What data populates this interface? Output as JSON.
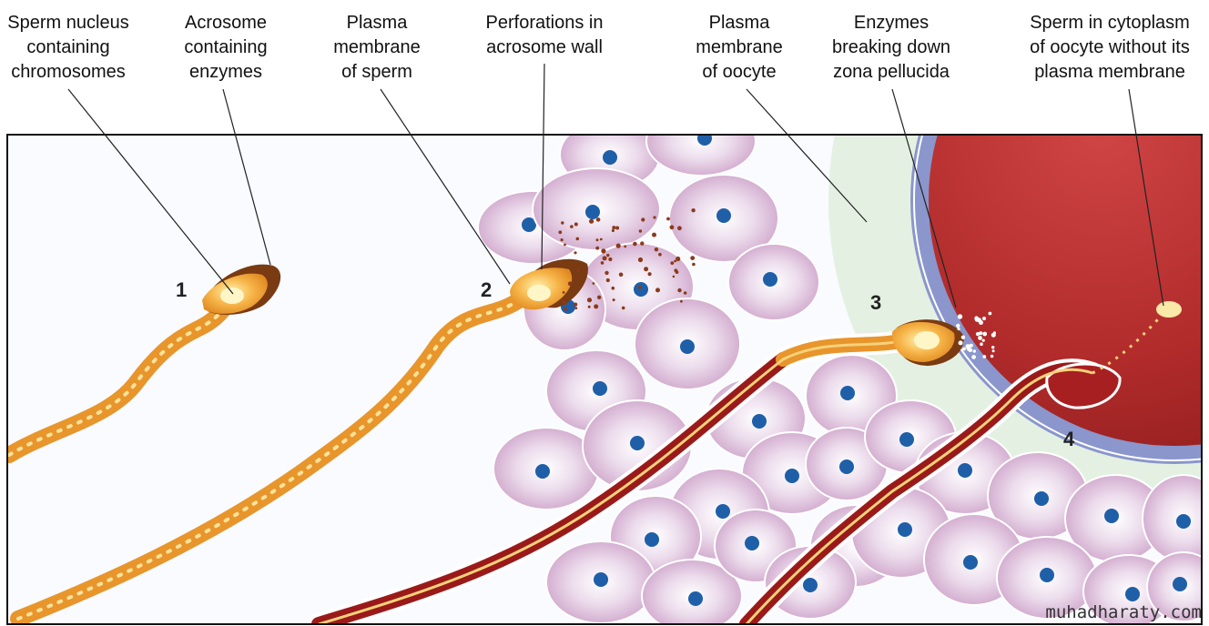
{
  "labels": [
    {
      "id": "sperm-nucleus",
      "lines": [
        "Sperm nucleus",
        "containing",
        "chromosomes"
      ]
    },
    {
      "id": "acrosome",
      "lines": [
        "Acrosome",
        "containing",
        "enzymes"
      ]
    },
    {
      "id": "plasma-membrane-sperm",
      "lines": [
        "Plasma",
        "membrane",
        "of sperm"
      ]
    },
    {
      "id": "perforations",
      "lines": [
        "Perforations in",
        "acrosome wall"
      ]
    },
    {
      "id": "plasma-membrane-oocyte",
      "lines": [
        "Plasma",
        "membrane",
        "of oocyte"
      ]
    },
    {
      "id": "enzymes-zona",
      "lines": [
        "Enzymes",
        "breaking down",
        "zona pellucida"
      ]
    },
    {
      "id": "sperm-in-cytoplasm",
      "lines": [
        "Sperm in cytoplasm",
        "of oocyte without its",
        "plasma membrane"
      ]
    }
  ],
  "stages": [
    "1",
    "2",
    "3",
    "4"
  ],
  "watermark": "muhadharaty.com",
  "colors": {
    "sperm_orange": "#f2a23a",
    "sperm_light": "#f8d36a",
    "sperm_dark_red": "#9a1a1a",
    "acrosome_brown": "#7a3a12",
    "corona_cell": "#d8b8d8",
    "cell_nucleus": "#1f5fa8",
    "zona_pellucida": "#e2f0e0",
    "oocyte_membrane": "#8a96cc",
    "oocyte_cytoplasm": "#b0282a"
  }
}
